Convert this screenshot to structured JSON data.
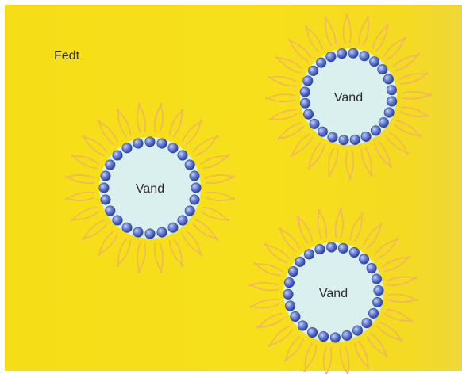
{
  "fat_label": "Fedt",
  "vesicles": [
    {
      "label": "Vand"
    },
    {
      "label": "Vand"
    },
    {
      "label": "Vand"
    }
  ],
  "colors": {
    "background": "#f6dc1a",
    "water": "#d9f0ee",
    "head": "#4a64c6",
    "head_highlight": "#c8d2f4",
    "tail": "#f1b65a"
  }
}
